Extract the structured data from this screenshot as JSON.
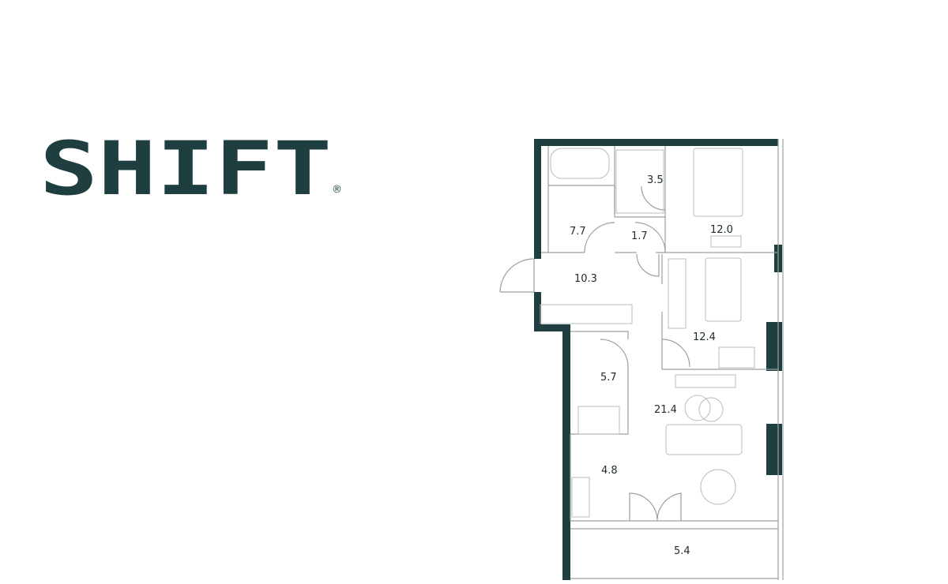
{
  "brand": {
    "name": "SHIFT",
    "trademark": "®",
    "color": "#1e3e40"
  },
  "floor_plan": {
    "rooms": [
      {
        "id": "bathroom",
        "area": "7.7"
      },
      {
        "id": "hall-small",
        "area": "1.7"
      },
      {
        "id": "wardrobe",
        "area": "3.5"
      },
      {
        "id": "bedroom-1",
        "area": "12.0"
      },
      {
        "id": "entrance-hall",
        "area": "10.3"
      },
      {
        "id": "bedroom-2",
        "area": "12.4"
      },
      {
        "id": "wc",
        "area": "5.7"
      },
      {
        "id": "living-room",
        "area": "21.4"
      },
      {
        "id": "kitchen",
        "area": "4.8"
      },
      {
        "id": "balcony",
        "area": "5.4"
      }
    ]
  }
}
